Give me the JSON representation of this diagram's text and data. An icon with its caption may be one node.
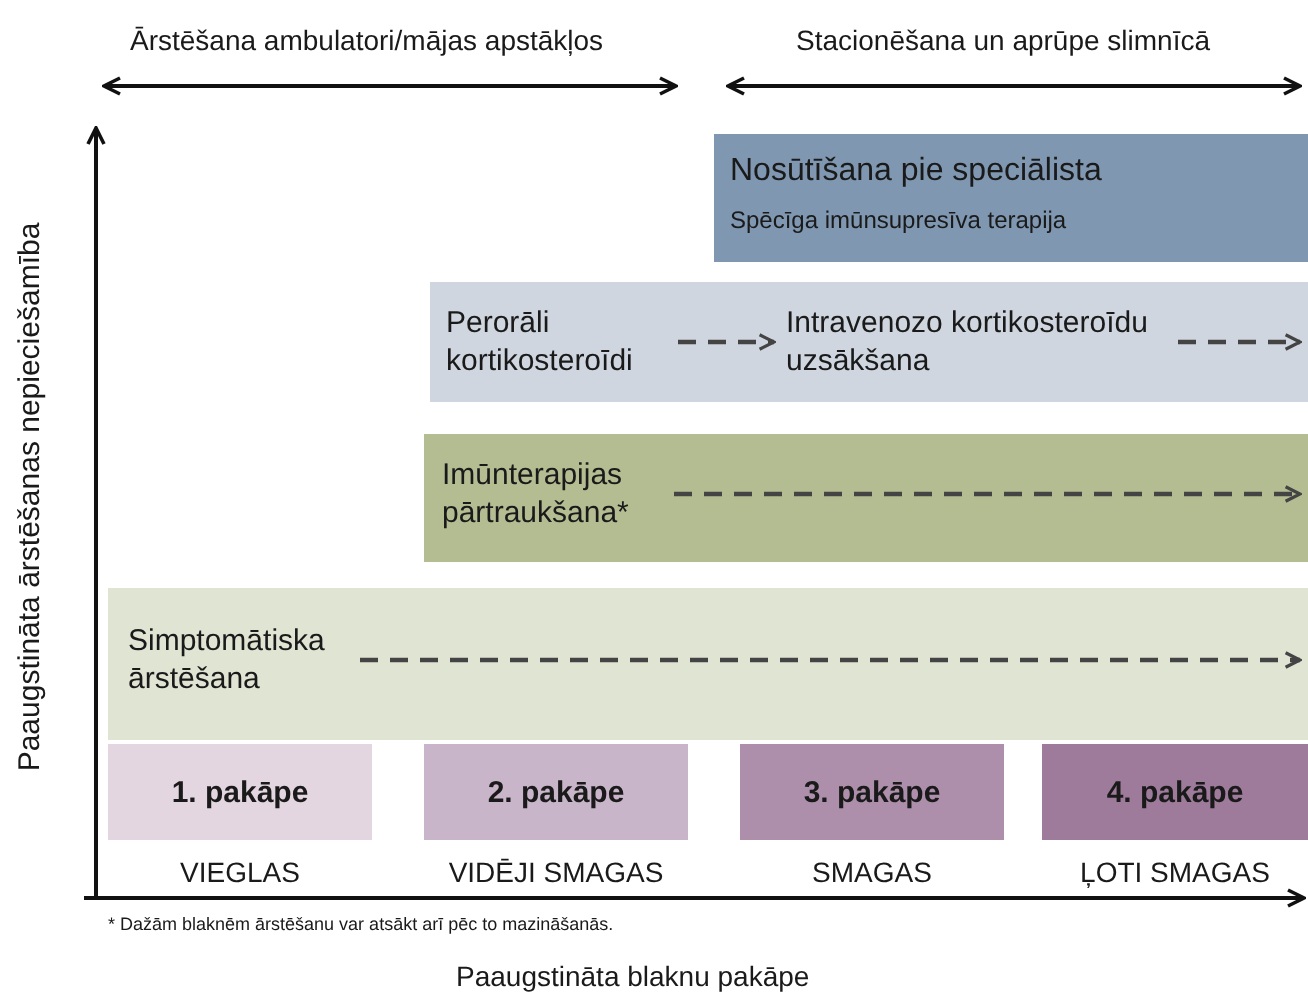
{
  "diagram": {
    "nodes": [
      {
        "text": [
          "Nosūtīšana pie speciālista",
          "Spēcīga imūnsupresīva terapija"
        ]
      },
      {
        "text": [],
        "shape": "bar"
      },
      {
        "text": [
          "Perorāli kortikosteroīdi"
        ],
        "in": 1
      },
      {
        "text": [
          "Intravenozo kortikosteroīdu uzsākšana"
        ],
        "in": 1
      },
      {
        "text": [],
        "shape": "bar"
      },
      {
        "text": [
          "Imūnterapijas pārtraukšana*"
        ],
        "in": 4
      },
      {
        "text": [],
        "shape": "bar"
      },
      {
        "text": [
          "Simptomātiska ārstēšana"
        ],
        "in": 6
      },
      {
        "text": [
          "1. pakāpe"
        ],
        "beside": [
          "VIEGLAS"
        ]
      },
      {
        "text": [
          "2. pakāpe"
        ],
        "beside": [
          "VIDĒJI SMAGAS"
        ]
      },
      {
        "text": [
          "3. pakāpe"
        ],
        "beside": [
          "SMAGAS"
        ]
      },
      {
        "text": [
          "4. pakāpe"
        ],
        "beside": [
          "ĻOTI SMAGAS"
        ]
      }
    ],
    "edges": [
      {
        "from": 2,
        "to": 3,
        "arrow": "to",
        "style": "dashed"
      },
      {
        "from": 3,
        "to": null,
        "arrow": "to",
        "style": "dashed"
      },
      {
        "from": 5,
        "to": null,
        "arrow": "to",
        "style": "dashed"
      },
      {
        "from": 7,
        "to": null,
        "arrow": "to",
        "style": "dashed"
      }
    ],
    "labels": [
      "Ārstēšana ambulatori/mājas apstākļos",
      "Stacionēšana un aprūpe slimnīcā",
      "Paaugstināta ārstēšanas nepieciešamība",
      "* Dažām blaknēm ārstēšanu var atsākt arī pēc to mazināšanās.",
      "Paaugstināta blaknu pakāpe"
    ]
  }
}
